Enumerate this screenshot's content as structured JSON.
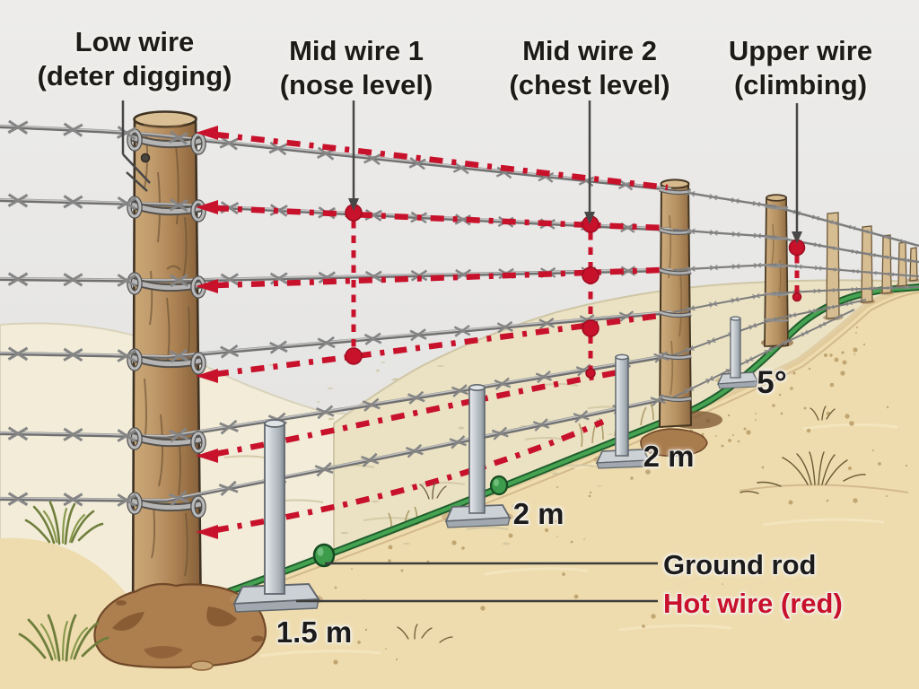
{
  "wire_labels": [
    {
      "title": "Low wire",
      "subtitle": "(deter digging)"
    },
    {
      "title": "Mid wire 1",
      "subtitle": "(nose level)"
    },
    {
      "title": "Mid wire 2",
      "subtitle": "(chest level)"
    },
    {
      "title": "Upper wire",
      "subtitle": "(climbing)"
    }
  ],
  "annotations": {
    "slope_angle": "5°",
    "rod_spacing_far": "2 m",
    "rod_spacing_near": "2 m",
    "rod_depth": "1.5 m"
  },
  "legend": {
    "ground_rod": "Ground rod",
    "hot_wire": "Hot wire (red)"
  },
  "colors": {
    "hot_wire_red": "#c8112b",
    "ground_wire_green": "#3d9c4c",
    "wire_gray": "#8a8a8a",
    "wood_brown": "#b58a5c",
    "sand": "#eedcae"
  }
}
